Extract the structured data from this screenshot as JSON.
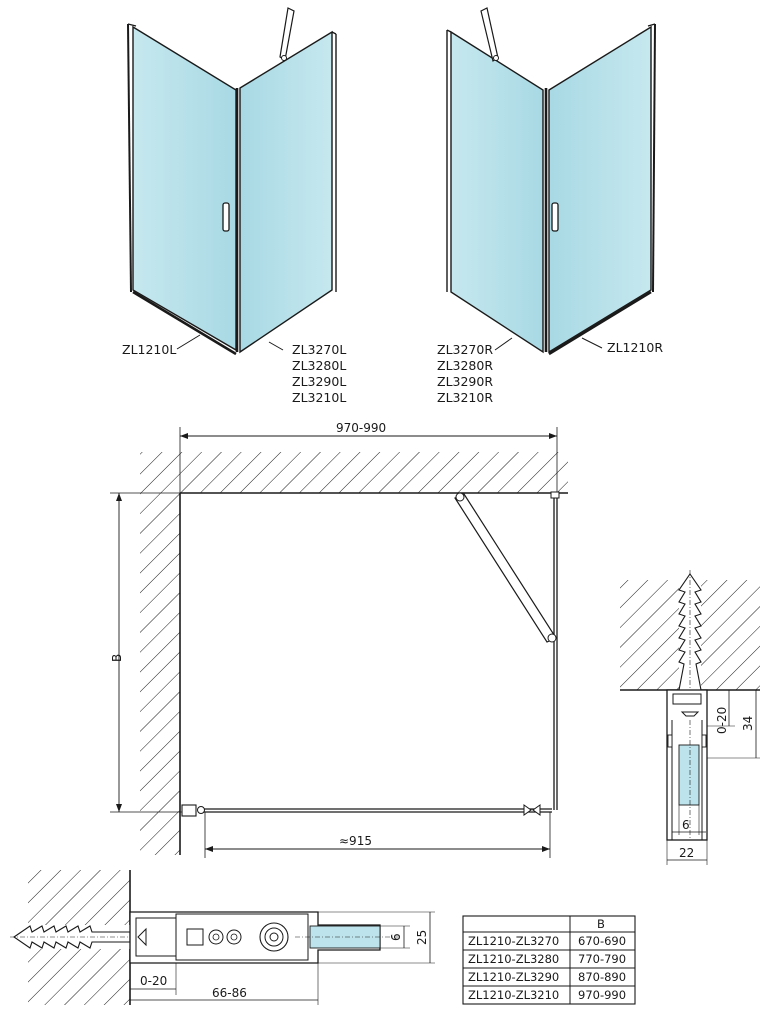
{
  "colors": {
    "glass_fill": "#bde4ec",
    "glass_fill_side": "#a9dbe6",
    "line": "#1a1a1a",
    "background": "#ffffff"
  },
  "views": {
    "left": {
      "part_side": "ZL1210L",
      "parts_door": [
        "ZL3270L",
        "ZL3280L",
        "ZL3290L",
        "ZL3210L"
      ]
    },
    "right": {
      "parts_door": [
        "ZL3270R",
        "ZL3280R",
        "ZL3290R",
        "ZL3210R"
      ],
      "part_side": "ZL1210R"
    }
  },
  "plan": {
    "width_dim": "970-990",
    "depth_dim": "B",
    "opening_dim": "≈915"
  },
  "profile_detail": {
    "dims": [
      "0-20",
      "34",
      "6",
      "22"
    ]
  },
  "bottom_detail": {
    "dims": [
      "6",
      "25",
      "0-20",
      "66-86"
    ]
  },
  "table": {
    "header": [
      "",
      "B"
    ],
    "rows": [
      [
        "ZL1210-ZL3270",
        "670-690"
      ],
      [
        "ZL1210-ZL3280",
        "770-790"
      ],
      [
        "ZL1210-ZL3290",
        "870-890"
      ],
      [
        "ZL1210-ZL3210",
        "970-990"
      ]
    ]
  }
}
